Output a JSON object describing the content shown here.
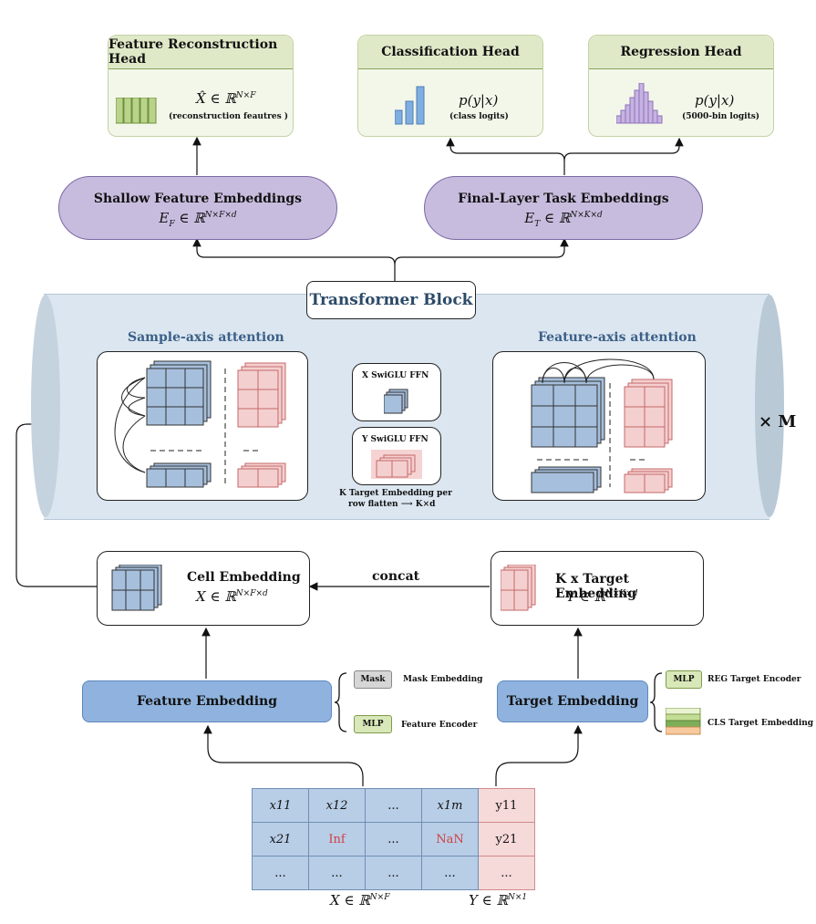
{
  "heads": {
    "reconstruction": {
      "title": "Feature Reconstruction Head",
      "math": "X̂ ∈ ℝ",
      "sup": "N×F",
      "caption": "(reconstruction feautres )"
    },
    "classification": {
      "title": "Classification Head",
      "math": "p(y|x)",
      "caption": "(class logits)"
    },
    "regression": {
      "title": "Regression Head",
      "math": "p(y|x)",
      "caption": "(5000-bin logits)"
    }
  },
  "embeddings": {
    "shallow": {
      "title": "Shallow Feature Embeddings",
      "math": "E",
      "sub": "F",
      "rest": " ∈ ℝ",
      "sup": "N×F×d"
    },
    "final": {
      "title": "Final-Layer Task Embeddings",
      "math": "E",
      "sub": "T",
      "rest": " ∈ ℝ",
      "sup": "N×K×d"
    }
  },
  "transformer": {
    "title": "Transformer Block",
    "sample_axis": "Sample-axis attention",
    "feature_axis": "Feature-axis attention",
    "x_ffn": "X SwiGLU FFN",
    "y_ffn": "Y SwiGLU FFN",
    "flatten_note_1": "K Target Embedding per",
    "flatten_note_2": "row flatten ⟶ K×d",
    "repeat": "× M"
  },
  "cell_embedding": {
    "title": "Cell Embedding",
    "math": "X ∈ ℝ",
    "sup": "N×F×d"
  },
  "target_embedding_box": {
    "title": "K x Target Embedding",
    "math": "Y ∈ ℝ",
    "sup": "N×K×d"
  },
  "concat": "concat",
  "feature_embedding": {
    "label": "Feature Embedding",
    "mask_tag": "Mask",
    "mask_label": "Mask Embedding",
    "mlp_tag": "MLP",
    "mlp_label": "Feature Encoder"
  },
  "target_embedding": {
    "label": "Target Embedding",
    "mlp_tag": "MLP",
    "reg_label": "REG Target Encoder",
    "cls_label": "CLS Target Embedding"
  },
  "table": {
    "rows": [
      [
        "x11",
        "x12",
        "...",
        "x1m",
        "y11"
      ],
      [
        "x21",
        "Inf",
        "...",
        "NaN",
        "y21"
      ],
      [
        "...",
        "...",
        "...",
        "...",
        "..."
      ]
    ],
    "x_label": "X ∈ ℝ",
    "x_sup": "N×F",
    "y_label": "Y ∈ ℝ",
    "y_sup": "N×1"
  },
  "colors": {
    "blue": "#8fb3de",
    "pink": "#f6d9d9",
    "green": "#dfe9c8",
    "purple": "#c8bcde"
  }
}
